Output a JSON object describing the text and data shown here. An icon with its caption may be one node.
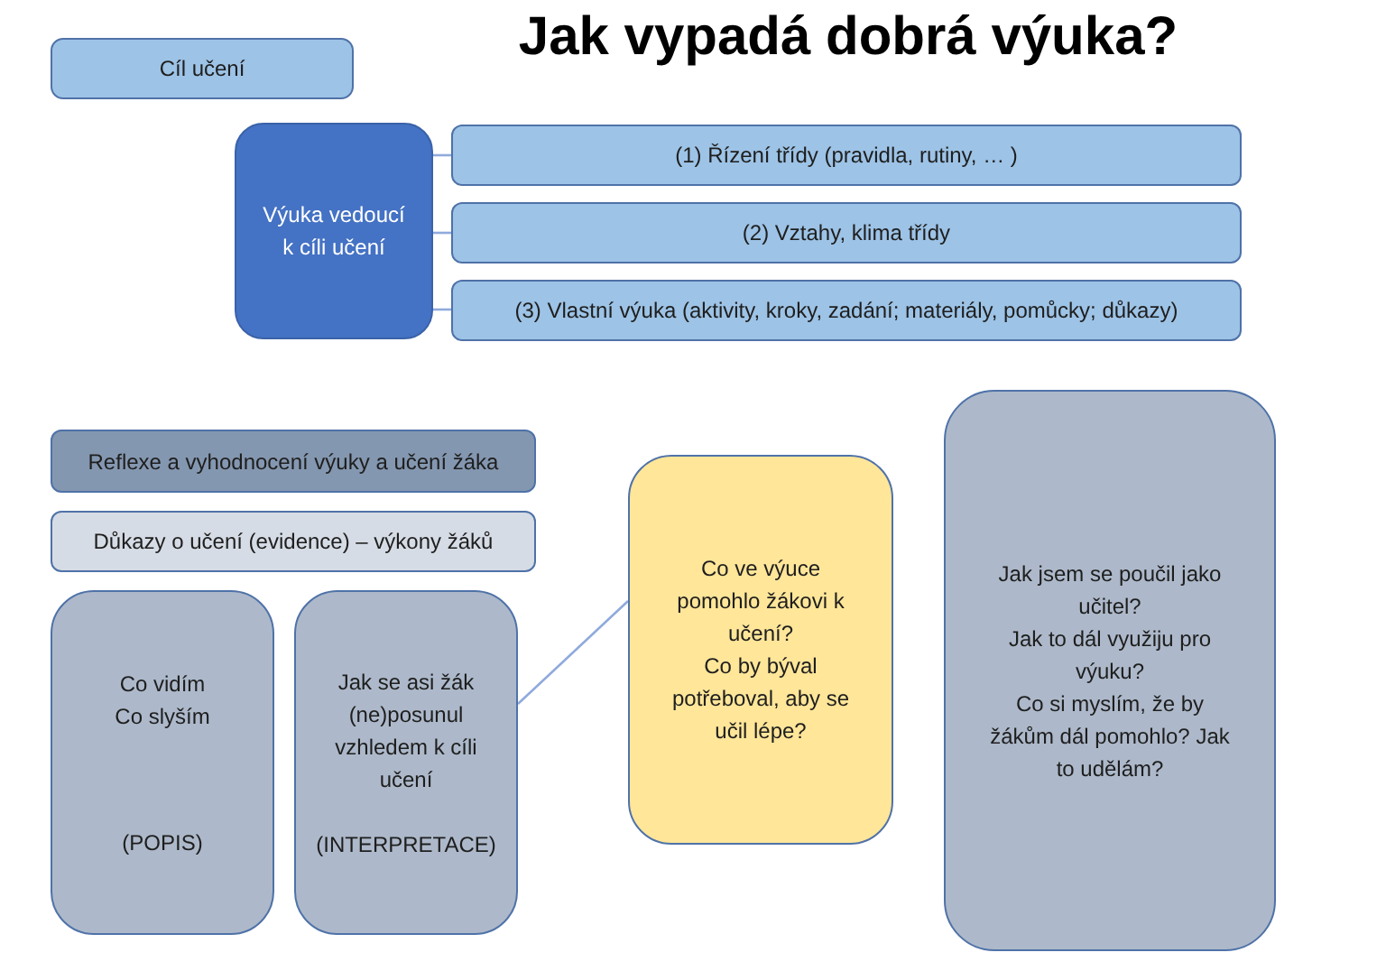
{
  "diagram": {
    "title": "Jak vypadá dobrá výuka?",
    "nodes": [
      {
        "text": [
          "Cíl učení"
        ]
      },
      {
        "text": [
          "Výuka vedoucí k cíli učení"
        ]
      },
      {
        "text": [
          "(1) Řízení třídy (pravidla, rutiny, … )"
        ]
      },
      {
        "text": [
          "(2) Vztahy, klima třídy"
        ]
      },
      {
        "text": [
          "(3) Vlastní výuka (aktivity, kroky, zadání; materiály, pomůcky; důkazy)"
        ]
      },
      {
        "text": [
          "Reflexe a vyhodnocení výuky a učení žáka"
        ]
      },
      {
        "text": [
          "Důkazy o učení (evidence) – výkony žáků"
        ]
      },
      {
        "text": [
          "Co vidím",
          "Co slyším",
          "(POPIS)"
        ]
      },
      {
        "text": [
          "Jak se asi žák (ne)posunul vzhledem k cíli učení",
          "(INTERPRETACE)"
        ]
      },
      {
        "text": [
          "Co ve výuce pomohlo žákovi k učení?",
          "Co by býval potřeboval, aby se učil lépe?"
        ]
      },
      {
        "text": [
          "Jak jsem se poučil jako učitel?",
          "Jak to dál využiju pro výuku?",
          "Co si myslím, že by žákům dál pomohlo? Jak to udělám?"
        ]
      }
    ],
    "edges": [
      {
        "from": 1,
        "to": 2,
        "arrow": "none"
      },
      {
        "from": 1,
        "to": 3,
        "arrow": "none"
      },
      {
        "from": 1,
        "to": 4,
        "arrow": "none"
      },
      {
        "from": 8,
        "to": 9,
        "arrow": "none"
      }
    ]
  }
}
